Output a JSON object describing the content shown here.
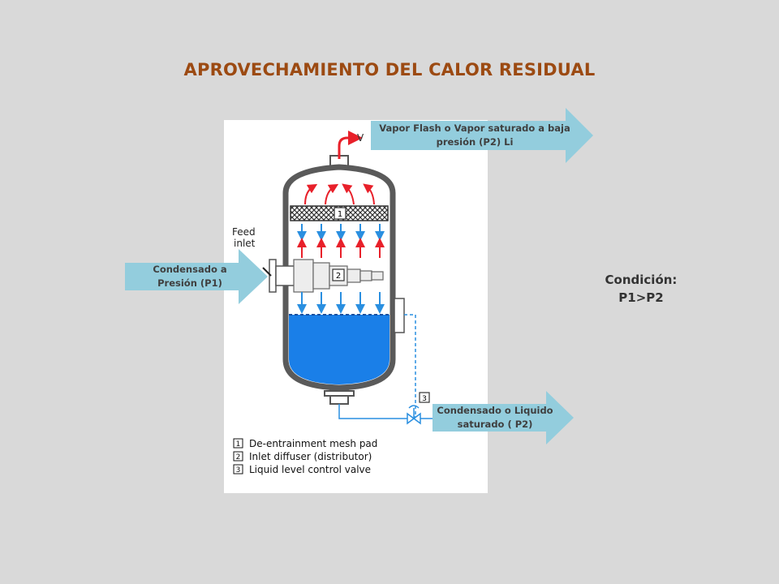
{
  "title": "APROVECHAMIENTO DEL CALOR RESIDUAL",
  "condition": {
    "label": "Condición:",
    "value": "P1>P2"
  },
  "arrows": {
    "vapor": "Vapor Flash o Vapor saturado a baja presión (P2) Li",
    "feed": "Condensado a Presión (P1)",
    "liquid": "Condensado o Liquido saturado ( P2)"
  },
  "diagram": {
    "feed_label_1": "Feed",
    "feed_label_2": "inlet",
    "top_label": "V",
    "marker_1": "1",
    "marker_2": "2",
    "marker_3": "3",
    "legend": [
      {
        "num": "1",
        "text": "De-entrainment mesh pad"
      },
      {
        "num": "2",
        "text": "Inlet diffuser (distributor)"
      },
      {
        "num": "3",
        "text": "Liquid level control valve"
      }
    ]
  },
  "colors": {
    "arrow": "#93cddd",
    "liquid": "#1a7fe8",
    "steam_arrow": "#e8202a",
    "down_arrow": "#2a8fe0",
    "vessel": "#555555",
    "title": "#9c4a12"
  }
}
